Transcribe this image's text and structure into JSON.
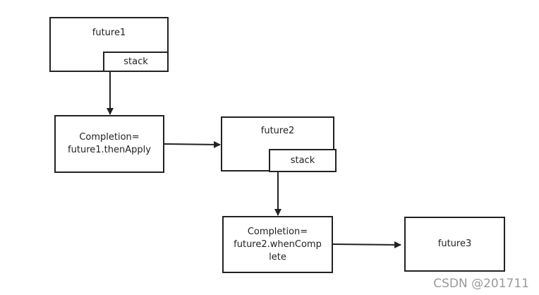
{
  "nodes": {
    "future1": {
      "title": "future1",
      "stack": "stack"
    },
    "completion1": {
      "line1": "Completion=",
      "line2": "future1.thenApply"
    },
    "future2": {
      "title": "future2",
      "stack": "stack"
    },
    "completion2": {
      "line1": "Completion=",
      "line2": "future2.whenComp",
      "line3": "lete"
    },
    "future3": {
      "title": "future3"
    }
  },
  "edges": [
    {
      "from": "future1.stack",
      "to": "completion1"
    },
    {
      "from": "completion1",
      "to": "future2"
    },
    {
      "from": "future2.stack",
      "to": "completion2"
    },
    {
      "from": "completion2",
      "to": "future3"
    }
  ],
  "watermark": "CSDN @201711"
}
